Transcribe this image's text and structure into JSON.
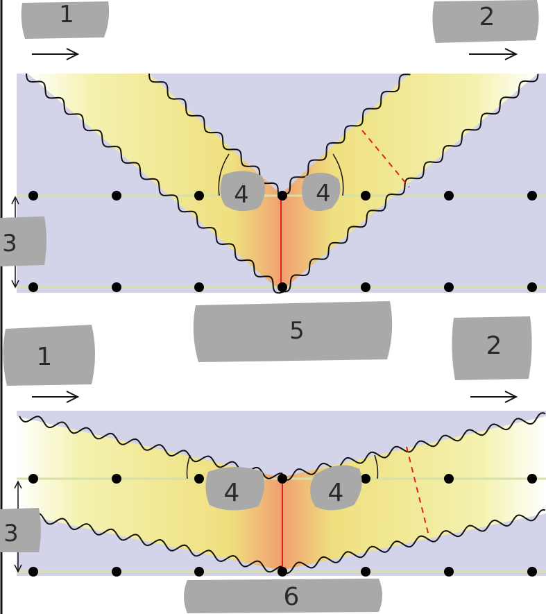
{
  "colors": {
    "background": "#ffffff",
    "lattice_region": "#d3d4e9",
    "beam_center": "#f0a070",
    "beam_edge": "#eeeb8e",
    "label_box": "#a9a9a9",
    "atom": "#000000",
    "atom_plane": "#d6e0a8",
    "normal_line": "#e02020",
    "wavefront": "#111111"
  },
  "labels": {
    "incident": "1",
    "outgoing": "2",
    "spacing": "3",
    "overlap": "4",
    "case_top": "5",
    "case_bottom": "6"
  },
  "icons": {
    "incident_direction": "arrow-right-icon",
    "outgoing_direction": "arrow-right-icon",
    "spacing_marker": "double-arrow-vertical-icon"
  }
}
